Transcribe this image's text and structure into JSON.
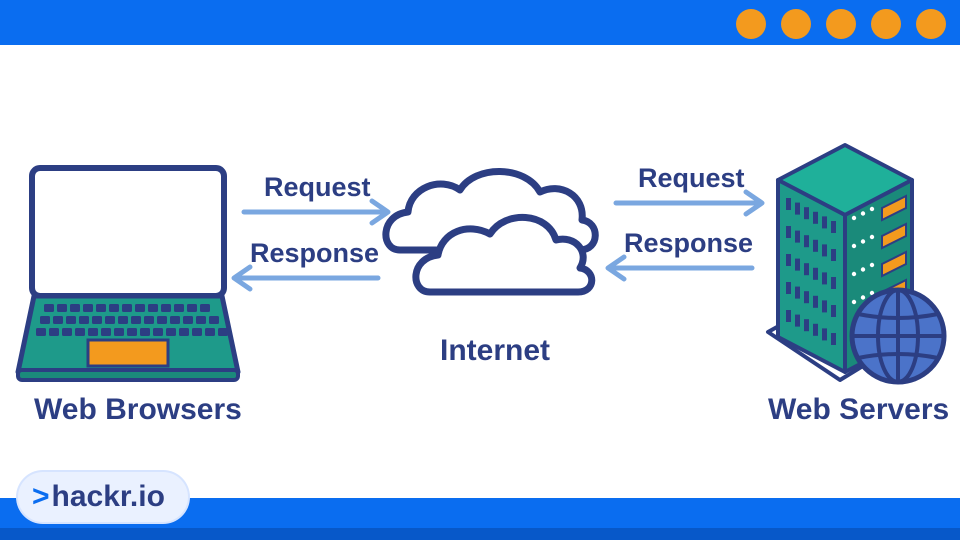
{
  "labels": {
    "request_left": "Request",
    "response_left": "Response",
    "request_right": "Request",
    "response_right": "Response",
    "internet": "Internet",
    "web_browsers": "Web Browsers",
    "web_servers": "Web Servers"
  },
  "logo": {
    "chevron": ">",
    "text": "hackr.io"
  },
  "colors": {
    "brand_blue": "#0a6df0",
    "accent_orange": "#f39a1e",
    "navy": "#2c3e83",
    "teal": "#1e9a8a",
    "arrow_blue": "#7aa7e0"
  }
}
